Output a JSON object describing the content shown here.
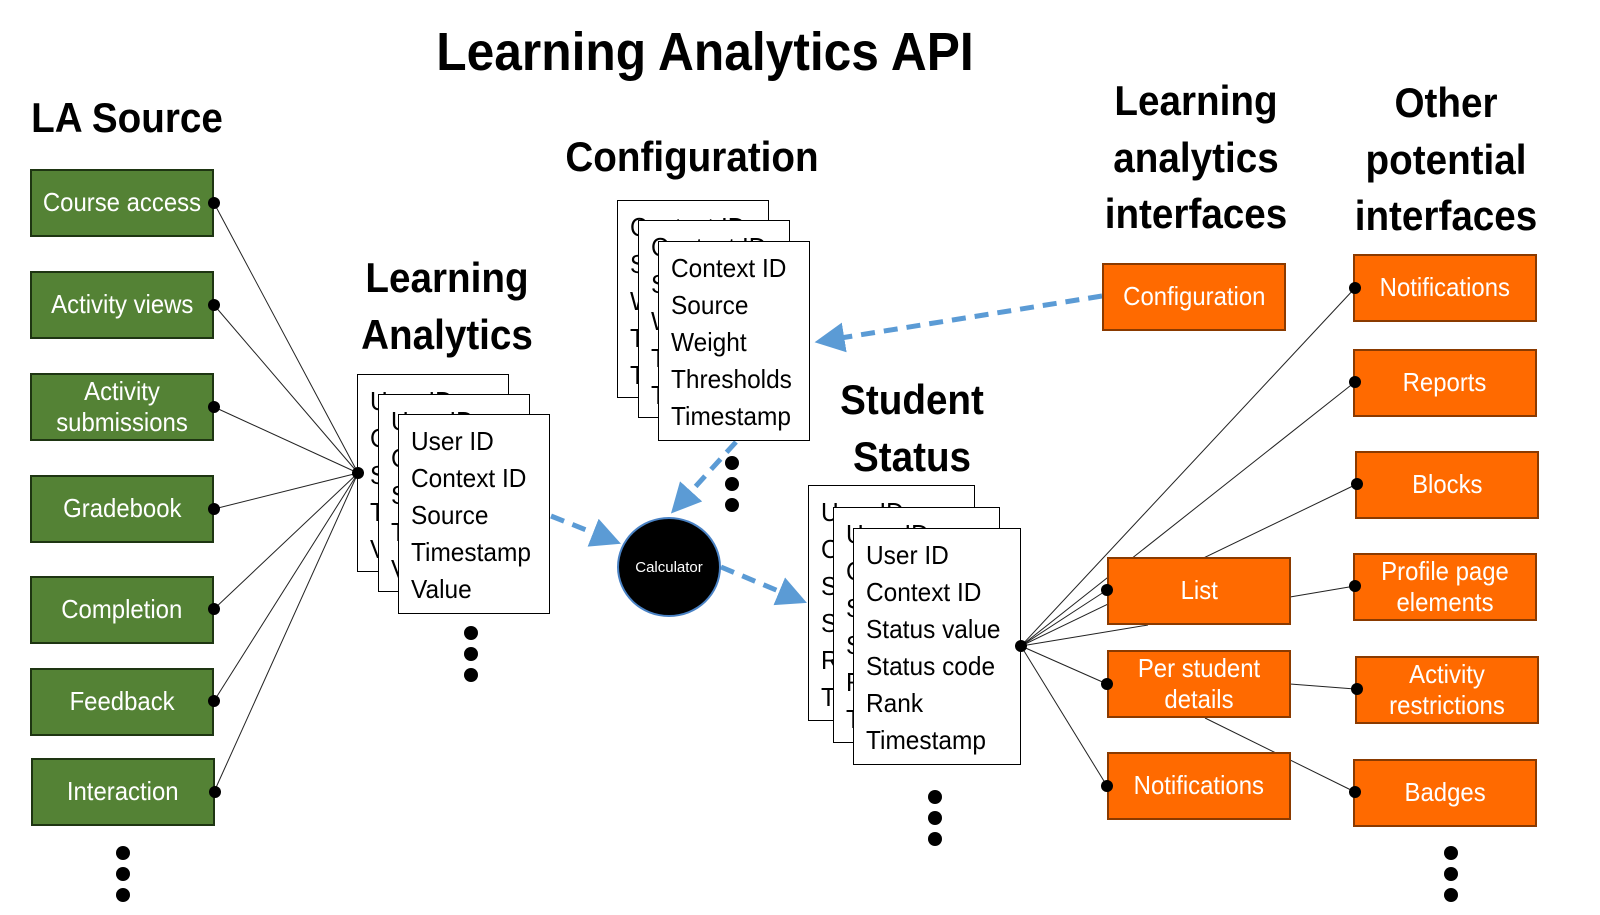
{
  "title": "Learning Analytics API",
  "headings": {
    "la_source": "LA Source",
    "configuration": "Configuration",
    "learning_analytics": "Learning Analytics",
    "student_status": "Student Status",
    "la_interfaces": "Learning analytics interfaces",
    "other_interfaces": "Other potential interfaces"
  },
  "la_sources": [
    "Course access",
    "Activity views",
    "Activity submissions",
    "Gradebook",
    "Completion",
    "Feedback",
    "Interaction"
  ],
  "learning_analytics_fields": [
    "User ID",
    "Context ID",
    "Source",
    "Timestamp",
    "Value"
  ],
  "configuration_fields": [
    "Context ID",
    "Source",
    "Weight",
    "Thresholds",
    "Timestamp"
  ],
  "student_status_fields": [
    "User ID",
    "Context ID",
    "Status value",
    "Status code",
    "Rank",
    "Timestamp"
  ],
  "calculator_label": "Calculator",
  "la_interfaces": [
    "Configuration",
    "List",
    "Per student details",
    "Notifications"
  ],
  "other_interfaces": [
    "Notifications",
    "Reports",
    "Blocks",
    "Profile page elements",
    "Activity restrictions",
    "Badges"
  ],
  "colors": {
    "source_fill": "#548235",
    "interface_fill": "#ff6a00",
    "arrow": "#5b9bd5"
  }
}
